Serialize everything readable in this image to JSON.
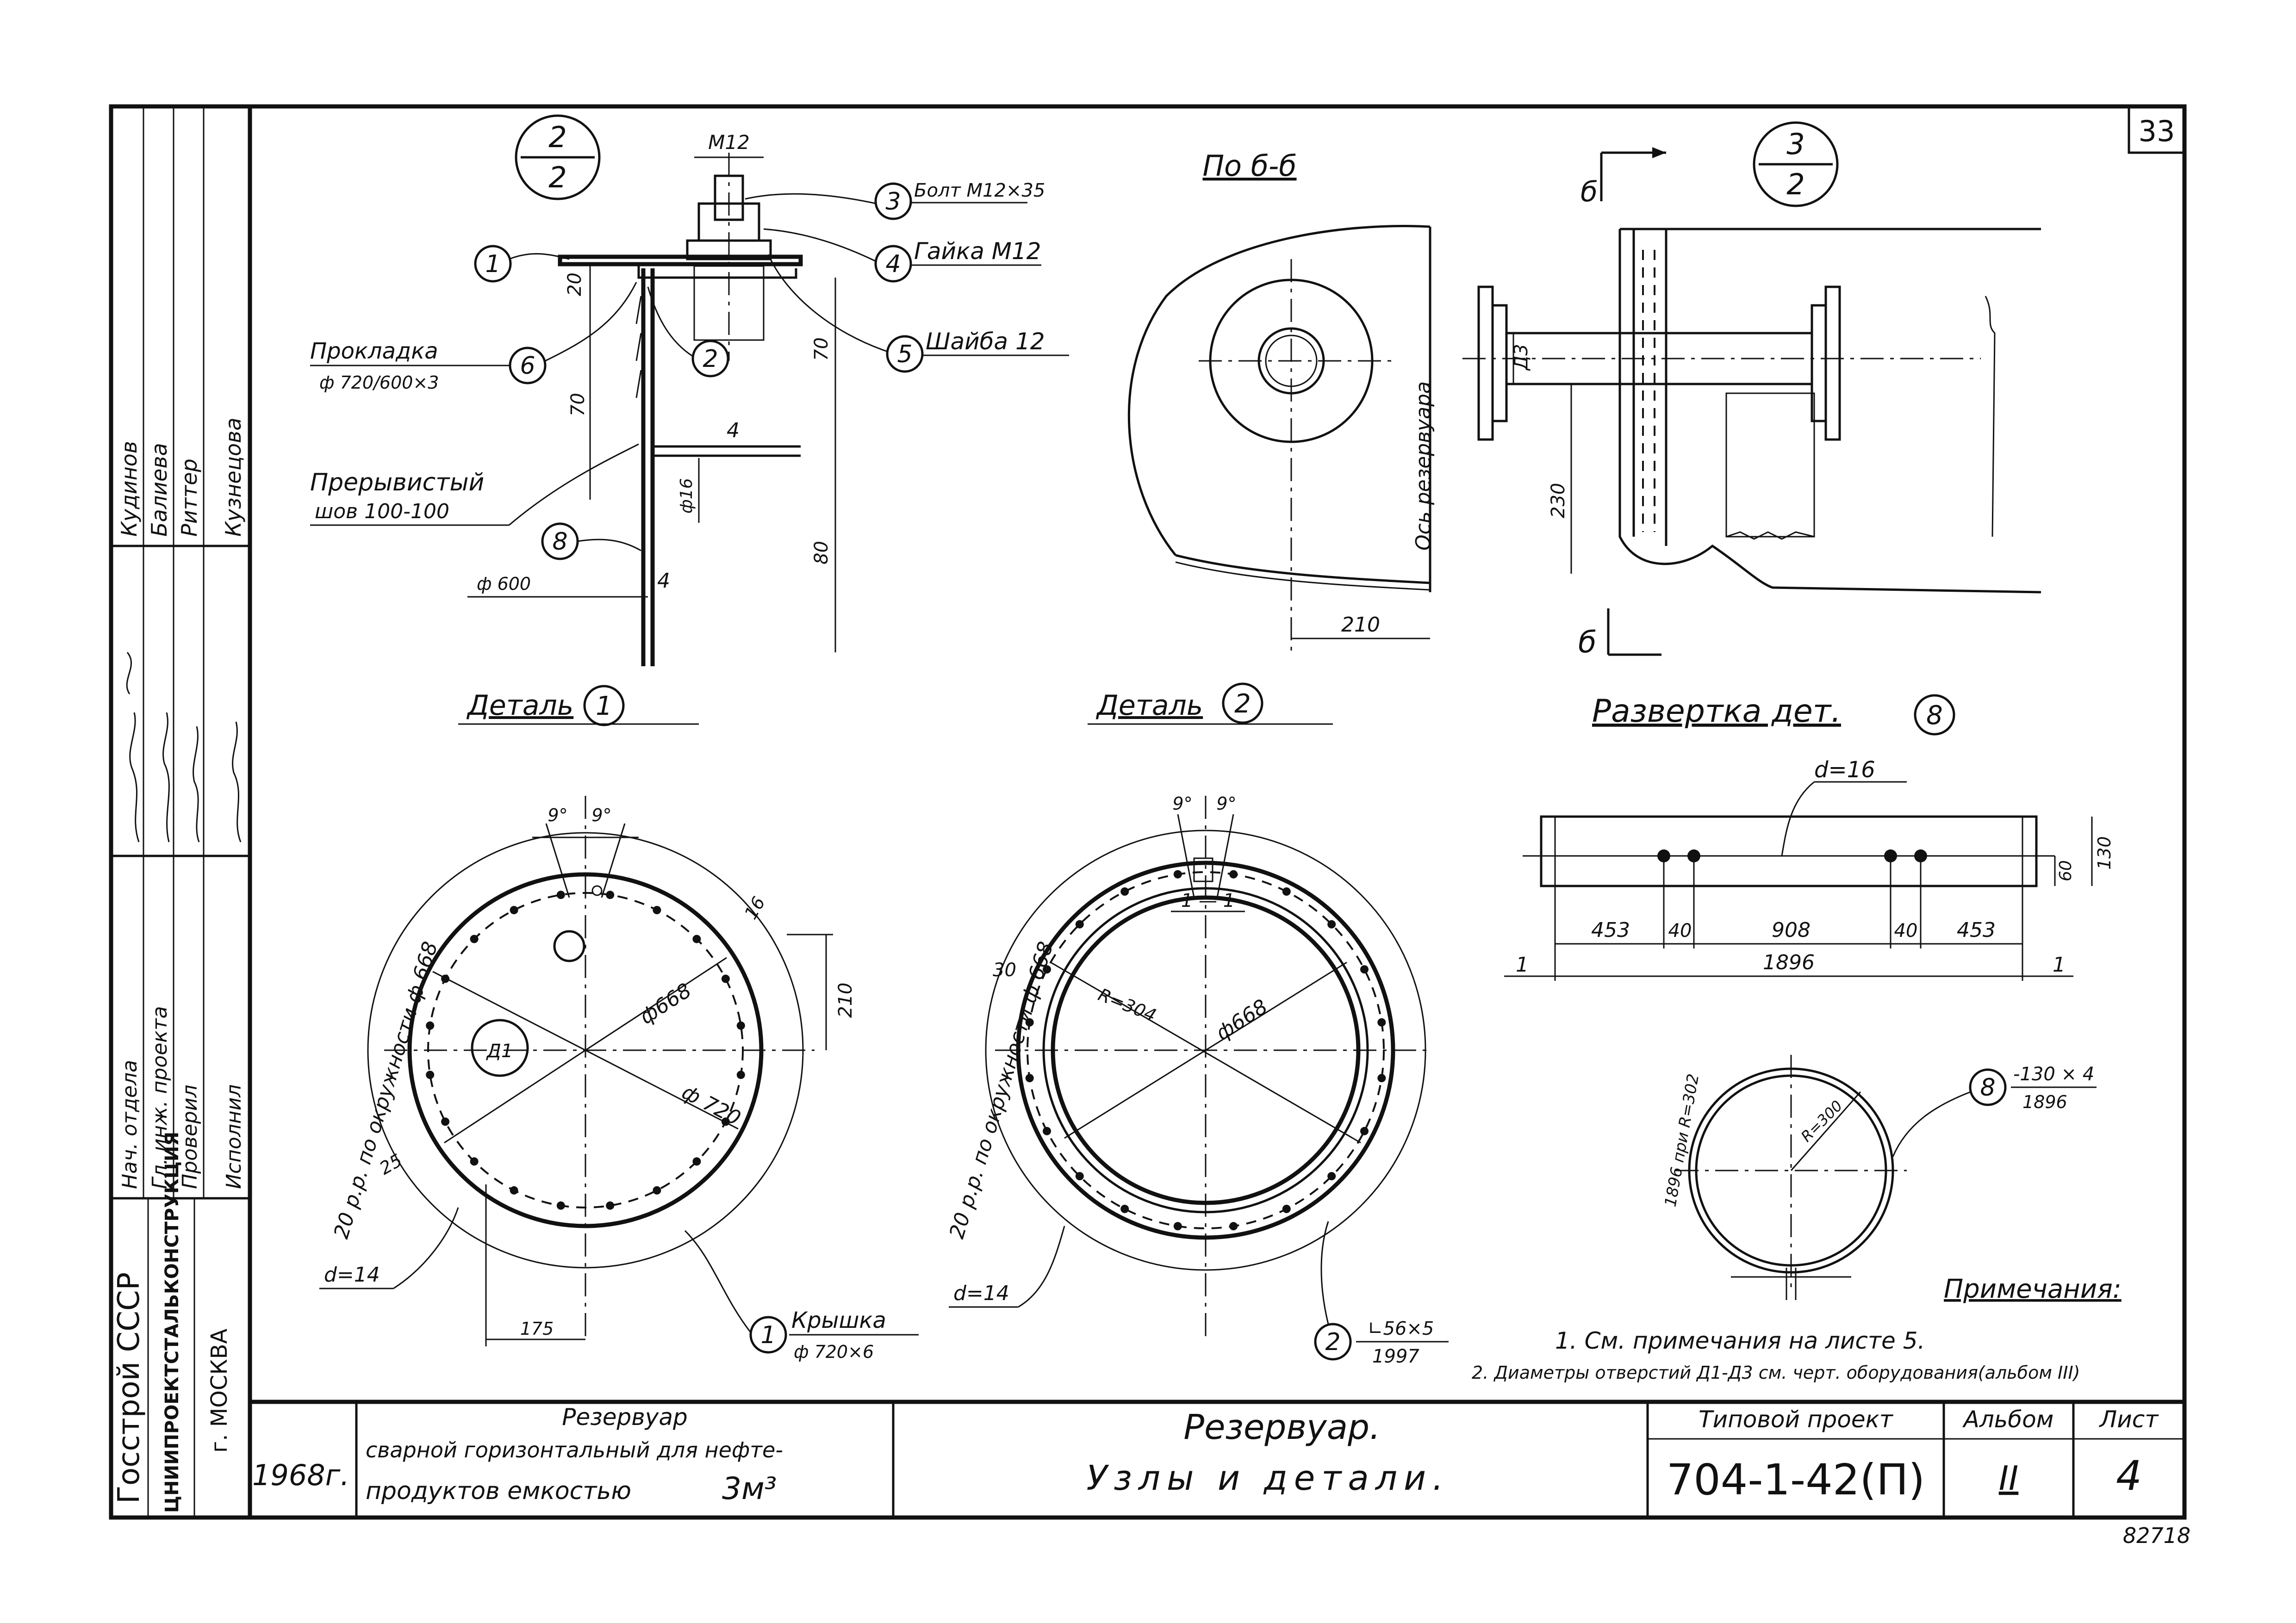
{
  "sheet_number": "33",
  "document": {
    "title_left_line1": "Резервуар",
    "title_left_line2": "сварной горизонтальный для нефте-",
    "title_left_line3": "продуктов емкостью",
    "title_left_capacity": "3м³",
    "title_main_line1": "Резервуар.",
    "title_main_line2": "Узлы и детали.",
    "year": "1968г.",
    "project_label": "Типовой проект",
    "project_number": "704-1-42(П)",
    "album_label": "Альбом",
    "album_value": "II",
    "list_label": "Лист",
    "list_value": "4",
    "stamp_number": "82718"
  },
  "org": {
    "line1": "Госстрой СССР",
    "line2": "ЦНИИПРОЕКТСТАЛЬКОНСТРУКЦИЯ",
    "line3": "г. МОСКВА"
  },
  "signatures": {
    "roles": [
      "Нач. отдела",
      "Гл. инж. проекта",
      "Проверил",
      "Исполнил"
    ],
    "names": [
      "Кудинов",
      "Балиева",
      "Риттер",
      "Кузнецова"
    ]
  },
  "node_2_2": {
    "mark_top": "2",
    "mark_bottom": "2",
    "dim_bolt": "М12",
    "callouts": [
      {
        "num": "3",
        "text": "Болт М12×35"
      },
      {
        "num": "4",
        "text": "Гайка М12"
      },
      {
        "num": "5",
        "text": "Шайба 12"
      },
      {
        "num": "6",
        "text": "Прокладка"
      },
      {
        "num": "1",
        "text": ""
      },
      {
        "num": "2",
        "text": ""
      },
      {
        "num": "8",
        "text": ""
      }
    ],
    "gasket_size": "ф 720/600×3",
    "weld_label": "Прерывистый",
    "weld_size": "шов 100-100",
    "dims": {
      "d20": "20",
      "d70a": "70",
      "d70b": "70",
      "d4a": "4",
      "d16": "ф16",
      "d80": "80",
      "d600": "ф 600",
      "d4b": "4"
    }
  },
  "view_66": {
    "title": "По б-б",
    "axis_label": "Ось резервуара",
    "dim_210": "210"
  },
  "node_3_2": {
    "mark_top": "3",
    "mark_bottom": "2",
    "section_top": "б",
    "section_bottom": "б",
    "d3_label": "Д3",
    "dim_230": "230"
  },
  "detail_1": {
    "title": "Деталь",
    "num": "1",
    "holes_label": "20 р.р. по окружности ф 668",
    "angle1": "9°",
    "angle2": "9°",
    "d668": "ф668",
    "d720": "ф 720",
    "d210": "210",
    "d16": "16",
    "d25": "25",
    "d14": "d=14",
    "d175": "175",
    "d_label": "Д1",
    "part_num": "1",
    "part_name": "Крышка",
    "part_size": "ф 720×6"
  },
  "detail_2": {
    "title": "Деталь",
    "num": "2",
    "holes_label": "20 р.р. по окружности ф 668",
    "angle1": "9°",
    "angle2": "9°",
    "section": "1 — 1",
    "r304": "R=304",
    "d668": "ф668",
    "d30": "30",
    "d14": "d=14",
    "part_num": "2",
    "part_size_top": "∟56×5",
    "part_size_bottom": "1997"
  },
  "develop_8": {
    "title": "Развертка дет.",
    "num": "8",
    "d16": "d=16",
    "dims": [
      "453",
      "40",
      "908",
      "40",
      "453"
    ],
    "total": "1896",
    "h60": "60",
    "h130": "130",
    "end1": "1",
    "end2": "1",
    "ring_label": "1896 при R=302",
    "r300": "R=300",
    "part_num": "8",
    "part_size_top": "-130 × 4",
    "part_size_bottom": "1896"
  },
  "notes": {
    "title": "Примечания:",
    "items": [
      "1. См. примечания на листе 5.",
      "2. Диаметры отверстий Д1-Д3 см. черт. оборудования(альбом III)"
    ]
  }
}
